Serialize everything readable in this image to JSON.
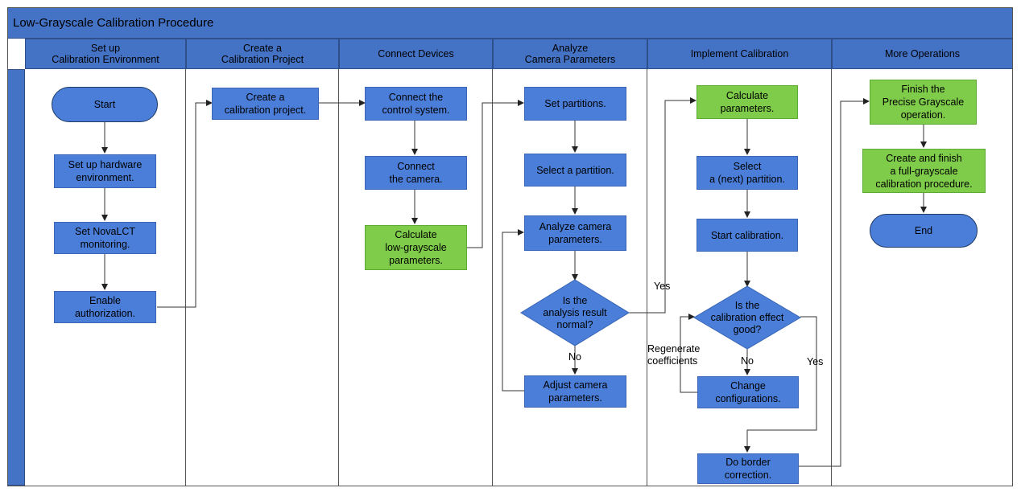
{
  "title": "Low-Grayscale Calibration Procedure",
  "lanes": [
    {
      "label": "Set up\nCalibration Environment"
    },
    {
      "label": "Create a\nCalibration Project"
    },
    {
      "label": "Connect Devices"
    },
    {
      "label": "Analyze\nCamera Parameters"
    },
    {
      "label": "Implement Calibration"
    },
    {
      "label": "More Operations"
    }
  ],
  "nodes": {
    "start": "Start",
    "setup_hw": "Set up hardware\nenvironment.",
    "set_novalct": "Set NovaLCT\nmonitoring.",
    "enable_auth": "Enable\nauthorization.",
    "create_project": "Create a\ncalibration project.",
    "connect_control": "Connect the\ncontrol system.",
    "connect_camera": "Connect\nthe camera.",
    "calc_lowgray": "Calculate\nlow-grayscale\nparameters.",
    "set_partitions": "Set partitions.",
    "select_partition": "Select a partition.",
    "analyze_params": "Analyze camera\nparameters.",
    "is_normal": "Is the\nanalysis result\nnormal?",
    "adjust_params": "Adjust camera\nparameters.",
    "calc_params": "Calculate\nparameters.",
    "select_next": "Select\na (next) partition.",
    "start_calib": "Start calibration.",
    "is_good": "Is the\ncalibration effect\ngood?",
    "change_config": "Change\nconfigurations.",
    "border_correction": "Do border\ncorrection.",
    "finish_precise": "Finish the\nPrecise Grayscale\noperation.",
    "full_grayscale": "Create and finish\na full-grayscale\ncalibration procedure.",
    "end": "End"
  },
  "labels": {
    "yes_normal": "Yes",
    "no_normal": "No",
    "regenerate": "Regenerate\ncoefficients",
    "no_good": "No",
    "yes_good": "Yes"
  },
  "colors": {
    "lane_blue": "#4472c4",
    "process_blue": "#4a7ed8",
    "process_green": "#7ecc49"
  }
}
